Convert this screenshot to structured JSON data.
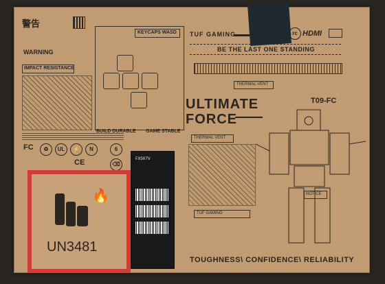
{
  "panel_left": {
    "warning_cjk": "警告",
    "warning": "WARNING",
    "impact": "IMPACT RESISTANCE",
    "keycaps": "KEYCAPS WASD"
  },
  "top_right": {
    "tuf": "TUF GAMING",
    "hdmi": "HDMI",
    "tagline": "BE THE LAST ONE STANDING",
    "thermal_vent_1": "THERMAL VENT"
  },
  "title": {
    "line1": "ULTIMATE",
    "line2": "FORCE",
    "model": "T09-FC"
  },
  "middle": {
    "thermal_vent_2": "THERMAL VENT",
    "build": "BUILD DURABLE",
    "game": "GAME STABLE",
    "notice": "NOTICE",
    "tuf_small": "TUF GAMING",
    "model_code": "FX507V"
  },
  "hazard": {
    "un_number": "UN3481"
  },
  "footer": {
    "slogan": "TOUGHNESS\\ CONFIDENCE\\ RELIABILITY"
  },
  "colors": {
    "cardboard": "#c19c72",
    "ink": "#2b2520",
    "hazard_red": "#d63a34",
    "sticker": "#1f2a30"
  }
}
